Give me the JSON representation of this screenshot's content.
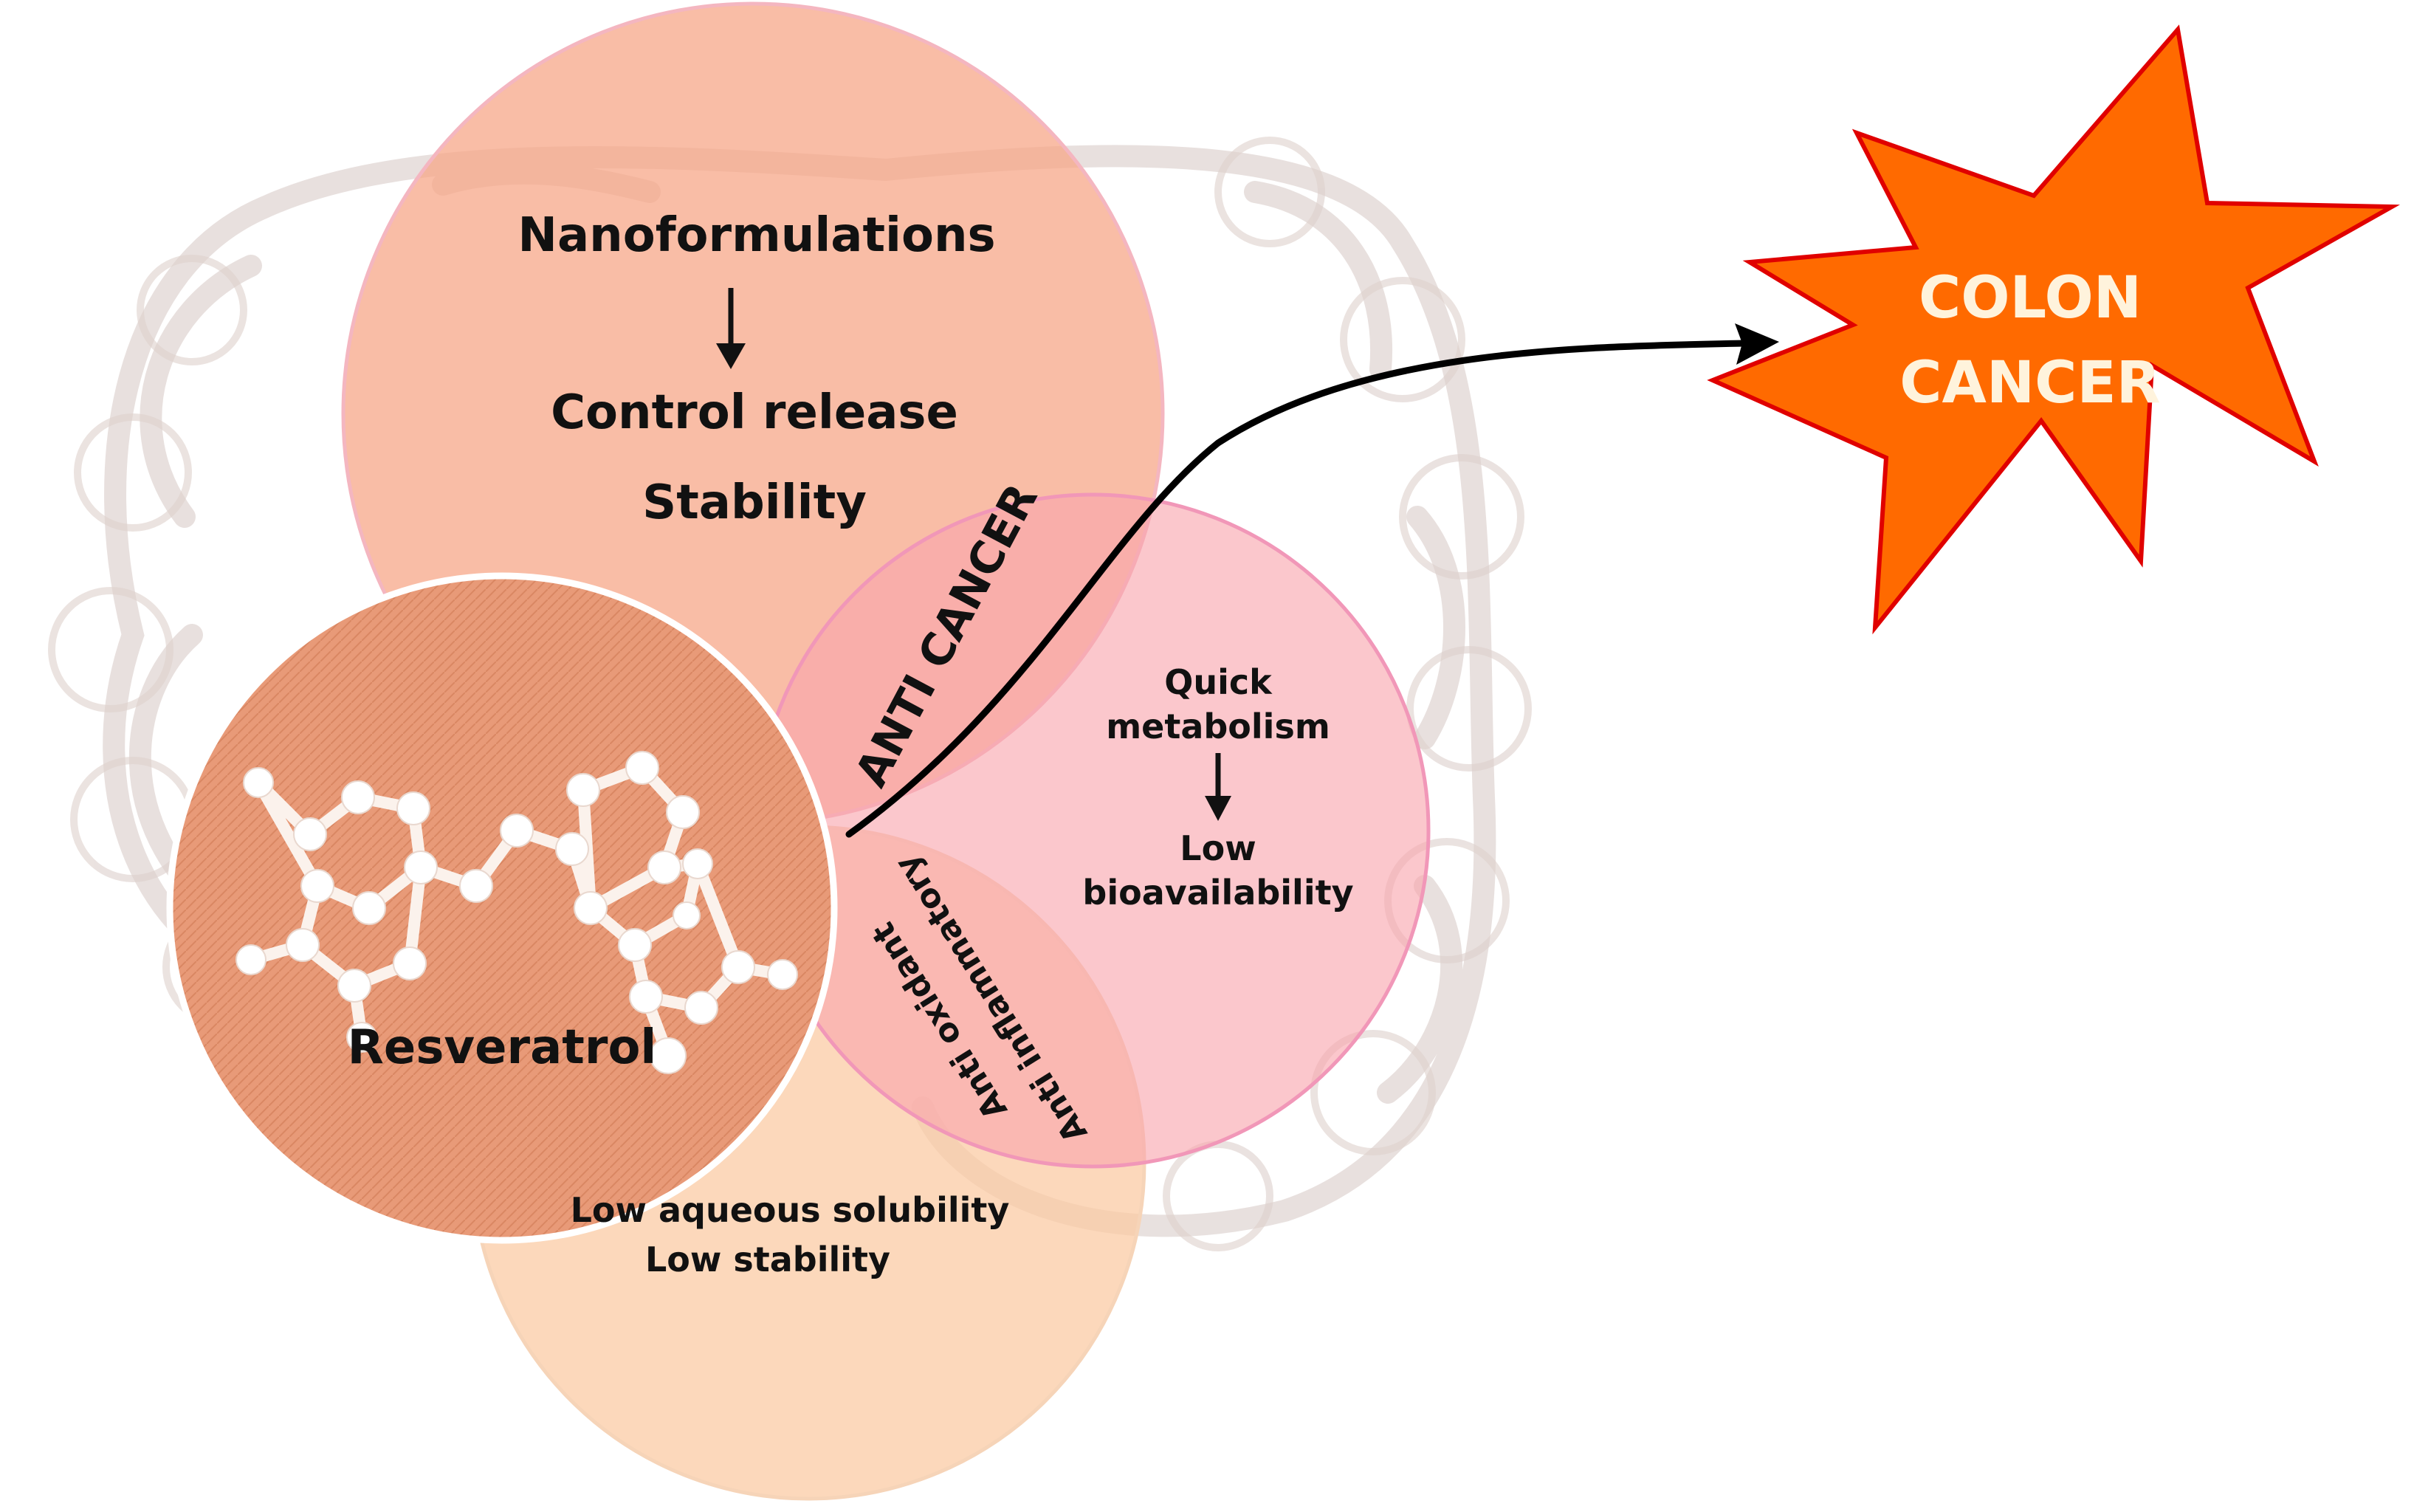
{
  "top_circle": {
    "line1": "Nanoformulations",
    "line2": "Control release",
    "line3": "Stability"
  },
  "resveratrol": {
    "label": "Resveratrol"
  },
  "right_circle": {
    "line1": "Quick",
    "line2": "metabolism",
    "line3": "Low",
    "line4": "bioavailability"
  },
  "bottom_circle": {
    "line1": "Low aqueous solubility",
    "line2": "Low stability"
  },
  "overlaps": {
    "anti_cancer": "ANTI CANCER",
    "anti_inflammatory": "Anti inflammatory",
    "anti_oxidant": "Anti oxidant"
  },
  "target": {
    "line1": "COLON",
    "line2": "CANCER"
  },
  "colors": {
    "top_circle": "#f7a483",
    "right_circle": "#f9a4ad",
    "bottom_circle": "#fbc9a1",
    "resveratrol": "#e89a78",
    "burst_fill": "#ff6a00",
    "burst_stroke": "#e00000",
    "burst_text": "#fff3dc",
    "arrow": "#000000"
  }
}
